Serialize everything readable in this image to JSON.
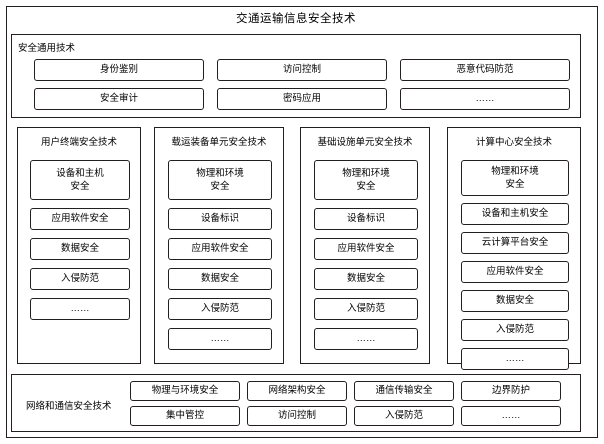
{
  "diagram": {
    "title": "交通运输信息安全技术",
    "general": {
      "label": "安全通用技术",
      "row1": [
        "身份鉴别",
        "访问控制",
        "恶意代码防范"
      ],
      "row2": [
        "安全审计",
        "密码应用",
        "……"
      ]
    },
    "columns": [
      {
        "label": "用户终端安全技术",
        "items": [
          "设备和主机\n安全",
          "应用软件安全",
          "数据安全",
          "入侵防范",
          "……"
        ]
      },
      {
        "label": "载运装备单元安全技术",
        "items": [
          "物理和环境\n安全",
          "设备标识",
          "应用软件安全",
          "数据安全",
          "入侵防范",
          "……"
        ]
      },
      {
        "label": "基础设施单元安全技术",
        "items": [
          "物理和环境\n安全",
          "设备标识",
          "应用软件安全",
          "数据安全",
          "入侵防范",
          "……"
        ]
      },
      {
        "label": "计算中心安全技术",
        "items": [
          "物理和环境\n安全",
          "设备和主机安全",
          "云计算平台安全",
          "应用软件安全",
          "数据安全",
          "入侵防范",
          "……"
        ]
      }
    ],
    "bottom": {
      "label": "网络和通信安全技术",
      "row1": [
        "物理与环境安全",
        "网络架构安全",
        "通信传输安全",
        "边界防护"
      ],
      "row2": [
        "集中管控",
        "访问控制",
        "入侵防范",
        "……"
      ]
    }
  }
}
